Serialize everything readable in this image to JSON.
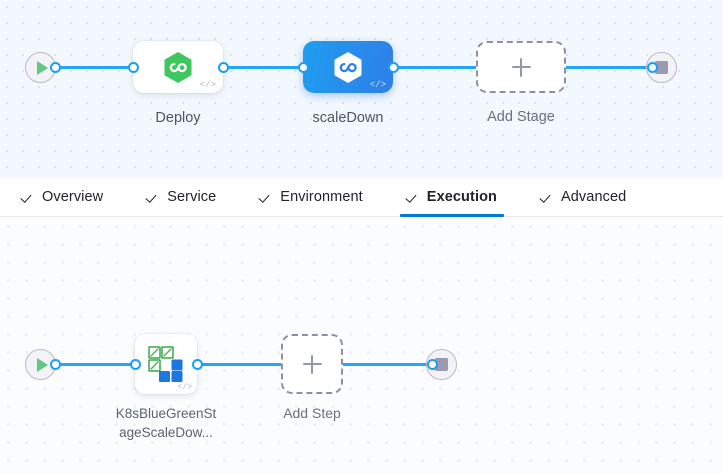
{
  "stage_graph": {
    "start_node": {
      "name": "start",
      "icon": "play-icon"
    },
    "end_node": {
      "name": "end",
      "icon": "stop-icon"
    },
    "stages": [
      {
        "label": "Deploy",
        "icon": "kubernetes-deploy-hexagon-icon",
        "badge": "</>",
        "selected": false
      },
      {
        "label": "scaleDown",
        "icon": "kubernetes-deploy-hexagon-icon",
        "badge": "</>",
        "selected": true
      }
    ],
    "add_stage": {
      "label": "Add Stage",
      "icon": "plus-icon"
    }
  },
  "tabs": {
    "items": [
      {
        "label": "Overview",
        "checked": true,
        "active": false
      },
      {
        "label": "Service",
        "checked": true,
        "active": false
      },
      {
        "label": "Environment",
        "checked": true,
        "active": false
      },
      {
        "label": "Execution",
        "checked": true,
        "active": true
      },
      {
        "label": "Advanced",
        "checked": true,
        "active": false
      }
    ]
  },
  "step_graph": {
    "start_node": {
      "name": "start",
      "icon": "play-icon"
    },
    "end_node": {
      "name": "end",
      "icon": "stop-icon"
    },
    "steps": [
      {
        "label_line1": "K8sBlueGreenSt",
        "label_line2": "ageScaleDow...",
        "icon": "blue-green-deployment-icon",
        "badge": "</>"
      }
    ],
    "add_step": {
      "label": "Add Step",
      "icon": "plus-icon"
    }
  },
  "colors": {
    "accent": "#0278d5",
    "edge": "#22a6f5",
    "selected_stage": "#2183ea",
    "green_icon": "#3dc75e",
    "stage_canvas_bg": "#f2f8fd",
    "step_canvas_bg": "#fbfcfd"
  }
}
